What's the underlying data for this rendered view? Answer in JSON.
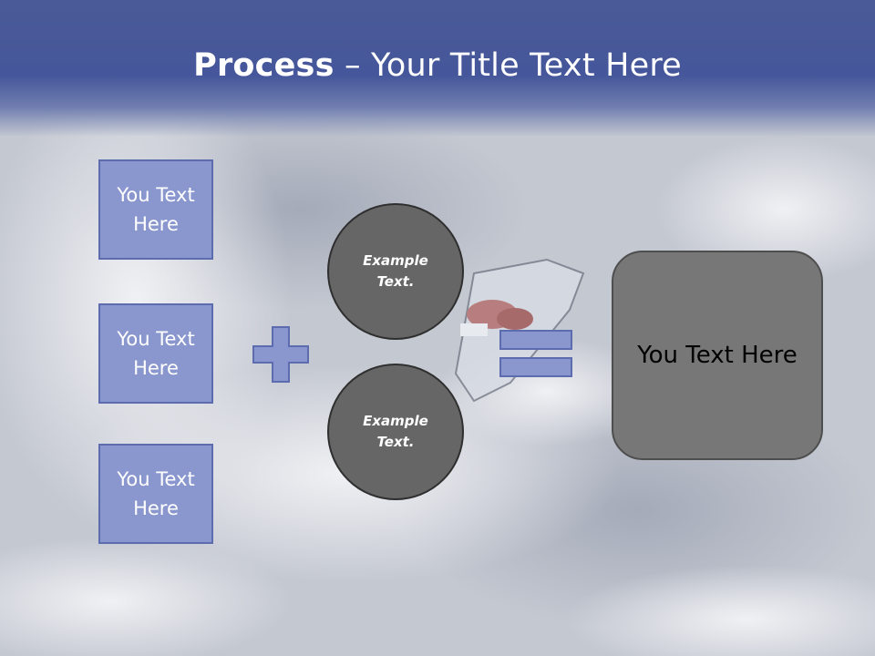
{
  "title": {
    "bold": "Process",
    "rest": " – Your Title Text Here"
  },
  "left_boxes": [
    {
      "line1": "You Text",
      "line2": "Here"
    },
    {
      "line1": "You Text",
      "line2": "Here"
    },
    {
      "line1": "You Text",
      "line2": "Here"
    }
  ],
  "circles": [
    {
      "line1": "Example",
      "line2": "Text."
    },
    {
      "line1": "Example",
      "line2": "Text."
    }
  ],
  "result": {
    "label": "You Text Here"
  },
  "colors": {
    "header": "#45569a",
    "box_fill": "#8a97cf",
    "circle_fill": "#666666",
    "result_fill": "#777777"
  },
  "icons": [
    "plus-icon",
    "equals-icon"
  ]
}
